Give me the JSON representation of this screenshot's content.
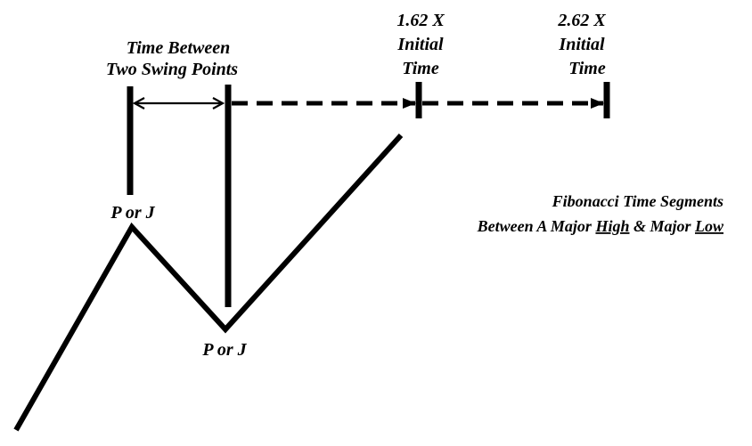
{
  "labels": {
    "span_title": [
      "Time Between",
      "Two Swing Points"
    ],
    "pivot_1": "P or J",
    "pivot_2": "P or J",
    "ext_162": [
      "1.62 X",
      "Initial",
      "Time"
    ],
    "ext_262": [
      "2.62 X",
      "Initial",
      "Time"
    ],
    "caption_line1": "Fibonacci Time Segments",
    "caption_line2_parts": [
      "Between A Major ",
      "High",
      " & Major ",
      "Low"
    ]
  },
  "colors": {
    "ink": "#000000",
    "background": "#ffffff"
  }
}
